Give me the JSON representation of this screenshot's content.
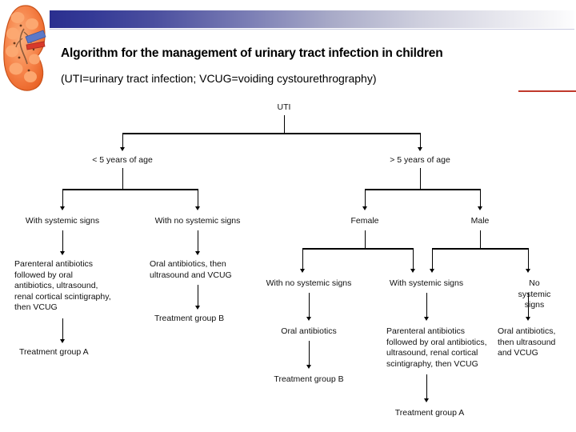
{
  "header": {
    "title": "Algorithm for the management of urinary tract infection in children",
    "subtitle": "(UTI=urinary tract infection; VCUG=voiding cystourethrography)",
    "kidney_icon_name": "kidney-illustration",
    "colors": {
      "gradient_start": "#2b2f8f",
      "gradient_end": "#fdfdfe",
      "accent_rule": "#c0392b",
      "kidney_fill": "#f4703a",
      "kidney_light": "#f9a06a"
    }
  },
  "chart_data": {
    "type": "diagram",
    "title": "Algorithm for the management of urinary tract infection in children",
    "nodes": {
      "root": "UTI",
      "age_under5": "< 5 years of age",
      "age_over5": "> 5 years of age",
      "u5_systemic": "With systemic signs",
      "u5_no_systemic": "With no systemic signs",
      "u5_systemic_tx": "Parenteral antibiotics\nfollowed by oral\nantibiotics, ultrasound,\nrenal cortical scintigraphy,\nthen VCUG",
      "u5_systemic_group": "Treatment group A",
      "u5_no_systemic_tx": "Oral antibiotics, then\nultrasound and VCUG",
      "u5_no_systemic_group": "Treatment group B",
      "female": "Female",
      "male": "Male",
      "f_no_systemic": "With no systemic signs",
      "f_systemic": "With systemic signs",
      "m_no_systemic": "No systemic signs",
      "f_no_systemic_tx": "Oral antibiotics",
      "f_no_systemic_group": "Treatment group B",
      "f_systemic_tx": "Parenteral antibiotics\nfollowed by oral antibiotics,\nultrasound, renal cortical\nscintigraphy, then VCUG",
      "f_systemic_group": "Treatment group A",
      "m_no_systemic_tx": "Oral antibiotics,\nthen ultrasound\nand VCUG"
    }
  }
}
